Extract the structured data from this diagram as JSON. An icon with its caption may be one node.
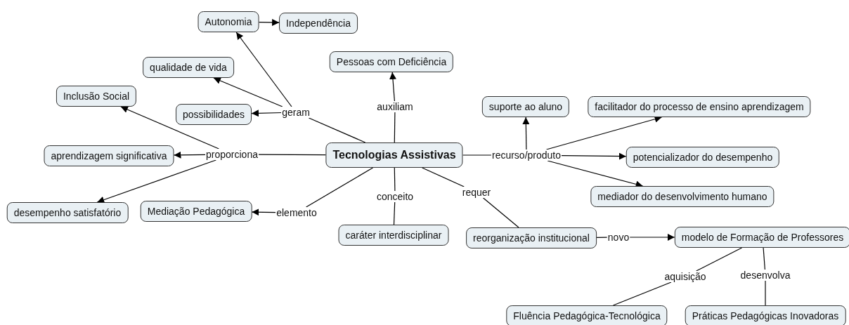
{
  "diagram": {
    "nodes": [
      {
        "text": [
          "Autonomia"
        ]
      },
      {
        "text": [
          "Independência"
        ]
      },
      {
        "text": [
          "qualidade de vida"
        ]
      },
      {
        "text": [
          "Pessoas com Deficiência"
        ]
      },
      {
        "text": [
          "Inclusão Social"
        ]
      },
      {
        "text": [
          "possibilidades"
        ]
      },
      {
        "text": [
          "geram"
        ]
      },
      {
        "text": [
          "auxiliam"
        ]
      },
      {
        "text": [
          "suporte ao aluno"
        ]
      },
      {
        "text": [
          "facilitador do processo de ensino aprendizagem"
        ]
      },
      {
        "text": [
          "aprendizagem significativa"
        ]
      },
      {
        "text": [
          "proporciona"
        ]
      },
      {
        "text": [
          "Tecnologias Assistivas"
        ]
      },
      {
        "text": [
          "recurso/produto"
        ]
      },
      {
        "text": [
          "potencializador do desempenho"
        ]
      },
      {
        "text": [
          "conceito"
        ]
      },
      {
        "text": [
          "requer"
        ]
      },
      {
        "text": [
          "mediador do desenvolvimento humano"
        ]
      },
      {
        "text": [
          "desempenho satisfatório"
        ]
      },
      {
        "text": [
          "Mediação Pedagógica"
        ]
      },
      {
        "text": [
          "elemento"
        ]
      },
      {
        "text": [
          "caráter interdisciplinar"
        ]
      },
      {
        "text": [
          "reorganização institucional"
        ]
      },
      {
        "text": [
          "novo"
        ]
      },
      {
        "text": [
          "modelo de Formação de Professores"
        ]
      },
      {
        "text": [
          "aquisição"
        ]
      },
      {
        "text": [
          "desenvolva"
        ]
      },
      {
        "text": [
          "Fluência Pedagógica-Tecnológica"
        ]
      },
      {
        "text": [
          "Práticas Pedagógicas Inovadoras"
        ]
      }
    ],
    "edges": [
      {
        "from": 0,
        "to": 1,
        "arrow": "to"
      },
      {
        "from": 12,
        "to": 6,
        "arrow": "none"
      },
      {
        "from": 6,
        "to": 0,
        "arrow": "to"
      },
      {
        "from": 6,
        "to": 2,
        "arrow": "to"
      },
      {
        "from": 6,
        "to": 5,
        "arrow": "to"
      },
      {
        "from": 12,
        "to": 7,
        "arrow": "none"
      },
      {
        "from": 7,
        "to": 3,
        "arrow": "to"
      },
      {
        "from": 12,
        "to": 11,
        "arrow": "none"
      },
      {
        "from": 11,
        "to": 4,
        "arrow": "to"
      },
      {
        "from": 11,
        "to": 10,
        "arrow": "to"
      },
      {
        "from": 11,
        "to": 18,
        "arrow": "to"
      },
      {
        "from": 12,
        "to": 13,
        "arrow": "none"
      },
      {
        "from": 13,
        "to": 8,
        "arrow": "to"
      },
      {
        "from": 13,
        "to": 9,
        "arrow": "to"
      },
      {
        "from": 13,
        "to": 14,
        "arrow": "to"
      },
      {
        "from": 13,
        "to": 17,
        "arrow": "to"
      },
      {
        "from": 12,
        "to": 15,
        "arrow": "none"
      },
      {
        "from": 15,
        "to": 21,
        "arrow": "none"
      },
      {
        "from": 12,
        "to": 16,
        "arrow": "none"
      },
      {
        "from": 16,
        "to": 22,
        "arrow": "none"
      },
      {
        "from": 12,
        "to": 20,
        "arrow": "none"
      },
      {
        "from": 20,
        "to": 19,
        "arrow": "to"
      },
      {
        "from": 22,
        "to": 23,
        "arrow": "none"
      },
      {
        "from": 23,
        "to": 24,
        "arrow": "to"
      },
      {
        "from": 24,
        "to": 25,
        "arrow": "none"
      },
      {
        "from": 25,
        "to": 27,
        "arrow": "none"
      },
      {
        "from": 24,
        "to": 26,
        "arrow": "none"
      },
      {
        "from": 26,
        "to": 28,
        "arrow": "none"
      }
    ]
  }
}
